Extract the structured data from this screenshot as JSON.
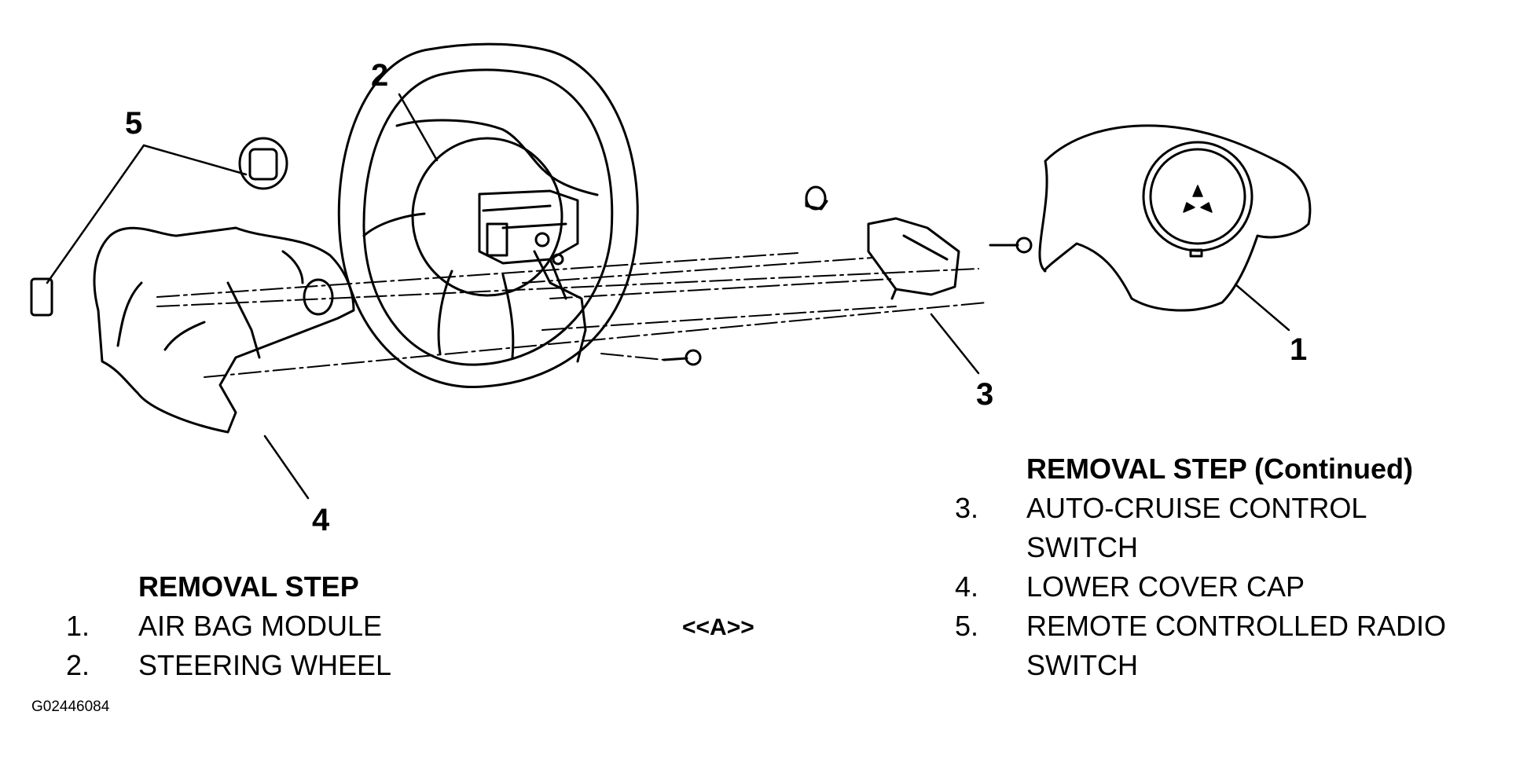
{
  "callouts": [
    "1",
    "2",
    "3",
    "4",
    "5"
  ],
  "left_list": {
    "heading": "REMOVAL STEP",
    "items": [
      {
        "num": "1.",
        "text": "AIR BAG MODULE"
      },
      {
        "num": "2.",
        "text": "STEERING WHEEL"
      }
    ]
  },
  "right_list": {
    "heading": "REMOVAL STEP (Continued)",
    "items": [
      {
        "num": "3.",
        "line1": "AUTO-CRUISE CONTROL",
        "line2": "SWITCH"
      },
      {
        "num": "4.",
        "line1": "LOWER COVER CAP",
        "line2": ""
      },
      {
        "num": "5.",
        "line1": "REMOTE CONTROLLED RADIO",
        "line2": "SWITCH"
      }
    ]
  },
  "procedure_marker": "<<A>>",
  "figure_id": "G02446084"
}
